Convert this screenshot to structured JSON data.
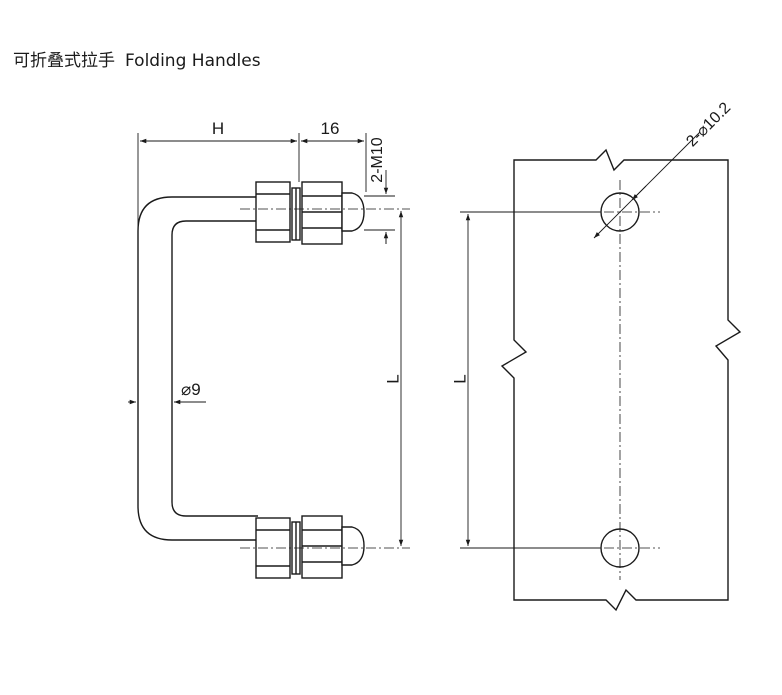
{
  "header": {
    "title_cn": "可折叠式拉手",
    "title_en": "Folding Handles"
  },
  "drawing": {
    "dim_h": "H",
    "dim_16": "16",
    "dim_thread": "2-M10",
    "dim_dia": "⌀9",
    "dim_l_handle": "L",
    "dim_l_holes": "L",
    "dim_holes": "2-⌀10.2"
  }
}
